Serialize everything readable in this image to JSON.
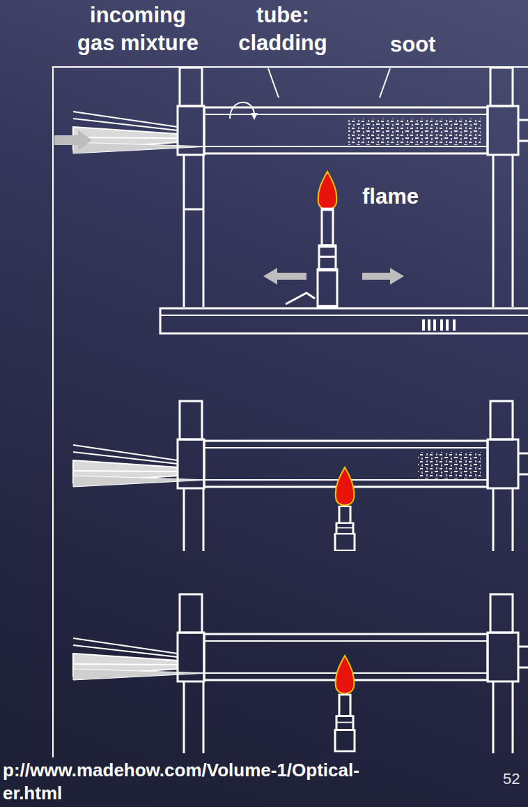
{
  "diagram": {
    "labels": [
      "incoming gas mixture",
      "tube: cladding",
      "soot",
      "flame",
      "p://www.madehow.com/Volume-1/Optical-",
      "er.html",
      "52"
    ]
  }
}
